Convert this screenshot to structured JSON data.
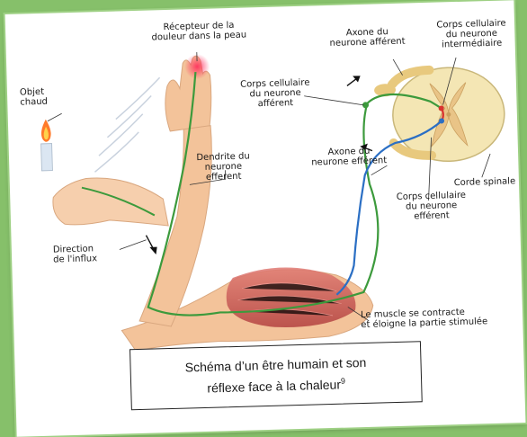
{
  "labels": {
    "receptor": "Récepteur de la\ndouleur dans la peau",
    "object": "Objet\nchaud",
    "afferent_axon": "Axone du\nneurone afférent",
    "interneuron_body": "Corps cellulaire\ndu neurone\nintermédiaire",
    "afferent_body": "Corps cellulaire\ndu neurone\nafférent",
    "dendrite": "Dendrite du\nneurone\nefferent",
    "efferent_axon": "Axone du\nneurone efférent",
    "spinal_cord": "Corde spinale",
    "efferent_body": "Corps cellulaire\ndu neurone\nefférent",
    "direction": "Direction\nde l'influx",
    "muscle": "Le muscle se contracte\net éloigne la partie stimulée"
  },
  "caption": {
    "text": "Schéma d’un être humain et son\nréflexe face à la chaleur",
    "superscript": "9"
  },
  "colors": {
    "background": "#86c06a",
    "skin": "#f3c39a",
    "afferent_nerve": "#3c9a3c",
    "efferent_nerve": "#2b6fc4",
    "muscle": "#c9504f",
    "spinal_cord": "#f4e6b4"
  }
}
